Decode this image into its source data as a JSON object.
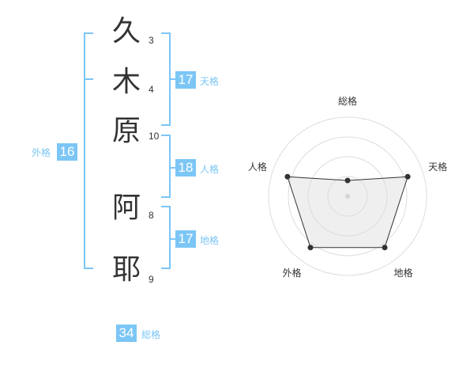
{
  "name": {
    "chars": [
      {
        "char": "久",
        "strokes": "3"
      },
      {
        "char": "木",
        "strokes": "4"
      },
      {
        "char": "原",
        "strokes": "10"
      },
      {
        "char": "阿",
        "strokes": "8"
      },
      {
        "char": "耶",
        "strokes": "9"
      }
    ]
  },
  "kakusu": {
    "tenkaku": {
      "value": "17",
      "label": "天格"
    },
    "jinkaku": {
      "value": "18",
      "label": "人格"
    },
    "chikaku": {
      "value": "17",
      "label": "地格"
    },
    "gaikaku": {
      "value": "16",
      "label": "外格"
    },
    "soukaku": {
      "value": "34",
      "label": "総格"
    }
  },
  "colors": {
    "accent": "#7cc6f6",
    "text": "#333333",
    "grid": "#dddddd",
    "fill": "#eeeeee"
  },
  "chart_data": {
    "type": "radar",
    "axes": [
      "総格",
      "天格",
      "地格",
      "外格",
      "人格"
    ],
    "levels": 4,
    "scale_max": 5,
    "values": [
      1,
      4,
      4,
      4,
      4
    ]
  }
}
